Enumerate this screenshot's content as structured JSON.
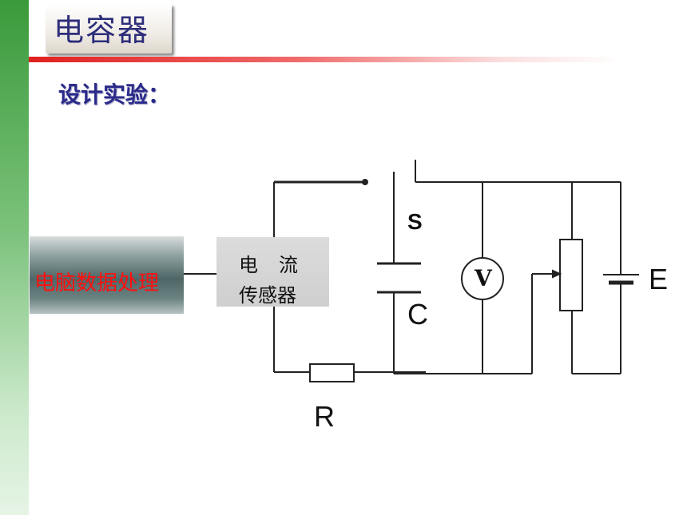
{
  "slide": {
    "title": "电容器",
    "subtitle": "设计实验："
  },
  "diagram": {
    "computer_label": "电脑数据处理",
    "sensor_line1": "电流",
    "sensor_line2": "传感器",
    "switch_label": "S",
    "capacitor_label": "C",
    "voltmeter_label": "V",
    "battery_label": "E",
    "resistor_label": "R"
  },
  "colors": {
    "title_text": "#2d2d7a",
    "title_underline": "#e02020",
    "computer_text": "#ff1010",
    "sidebar": "#3a9a3a"
  }
}
